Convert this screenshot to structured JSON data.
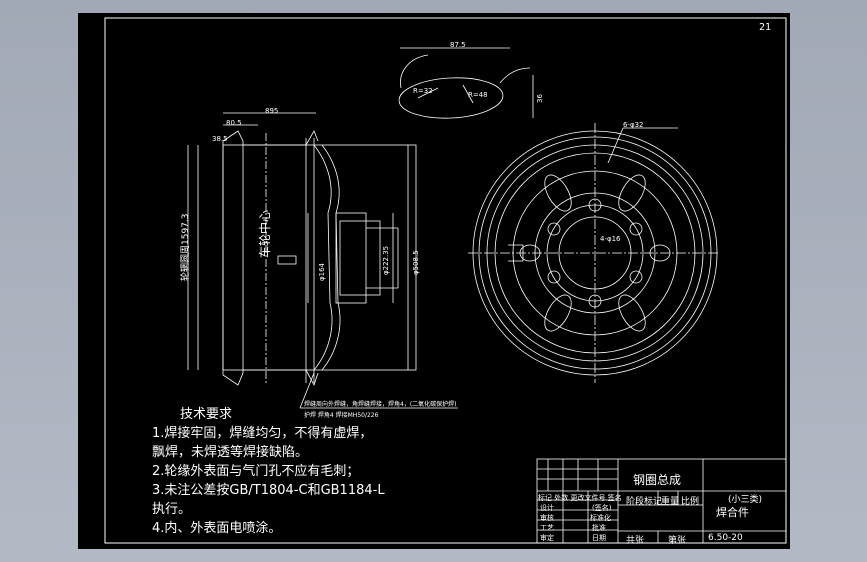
{
  "sheet_number": "21",
  "tech_requirements": {
    "title": "技术要求",
    "items": [
      "1.焊接牢固，焊缝均匀，不得有虚焊，",
      "飘焊，未焊透等焊接缺陷。",
      "2.轮缘外表面与气门孔不应有毛刺；",
      "3.未注公差按GB/T1804-C和GB1184-L",
      "执行。",
      "4.内、外表面电喷涂。"
    ]
  },
  "title_block": {
    "drawing_name": "钢圈总成",
    "part_name": "焊合件",
    "part_name_note": "(小三类)",
    "code": "6.50-20",
    "stage_mark": "阶段标记",
    "weight": "重量",
    "scale": "比例",
    "sheets_total": "共张",
    "sheet_of": "第张",
    "rev_row": "标记 处数 更改文件号 签名",
    "rows": [
      "设计",
      "审核",
      "工艺",
      "审定"
    ],
    "row_values": [
      "(签名)",
      "标准化",
      "批准",
      "日期"
    ]
  },
  "drawing_labels": {
    "center_text": "车轮中心",
    "rim_dia_label": "轮辋圆周1597.3",
    "dim_top": "895",
    "dim_top2": "80.5",
    "dim_left": "38.5",
    "dim_hub1": "φ164",
    "dim_hub2": "φ222.35",
    "dim_rim": "φ508.5",
    "dim_slot_w": "87.5",
    "dim_slot_r": "R=32",
    "dim_slot_h": "36",
    "dim_vent": "R=48",
    "weld_note": "焊缝周向外焊缝，角焊缝焊接，焊角4，(二氧化碳保护焊)",
    "weld_note2": "护焊 焊角4 焊接MH50/226",
    "bolt_note": "6-φ32",
    "hole_note": "4-φ16"
  }
}
